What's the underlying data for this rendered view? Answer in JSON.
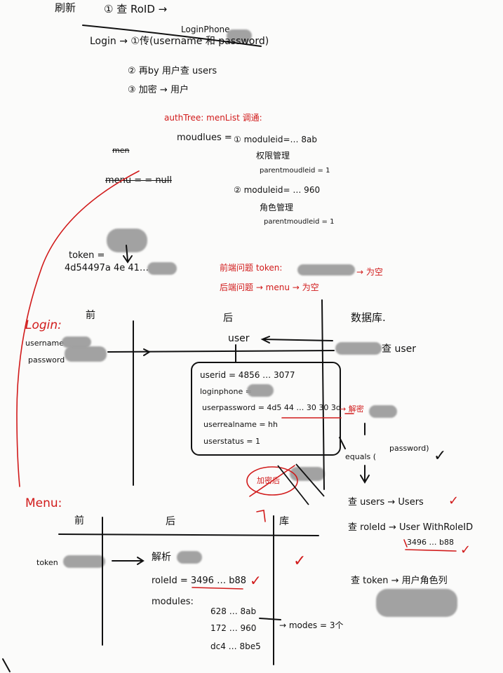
{
  "top": {
    "title_prefix": "刷新",
    "step1": "① 查 RoID →",
    "step1_target": "LoginPhone",
    "login_line": "Login → ①传(username 和 password)",
    "login_step2": "② 再by 用户查 users",
    "login_step3": "③ 加密 → 用户"
  },
  "modules": {
    "header_red": "authTree: menList 调通:",
    "label": "moudlues =",
    "item1_id": "① moduleid=… 8ab",
    "item1_name": "权限管理",
    "item1_parent": "parentmoudleid = 1",
    "item2_id": "② moduleid= … 960",
    "item2_name": "角色管理",
    "item2_parent": "parentmoudleid = 1",
    "strike1": "men",
    "strike2": "menu = = null"
  },
  "token": {
    "label": "token =",
    "value": "4d54497a 4e 41…"
  },
  "issues": {
    "front_issue": "前端问题 token:",
    "front_result": "→ 为空",
    "back_issue": "后端问题 → menu → 为空"
  },
  "login_section": {
    "label": "Login:",
    "col_front": "前",
    "col_back": "后",
    "col_db": "数据库.",
    "username": "username",
    "password": "password",
    "user": "user",
    "query_user": "查 user",
    "record": {
      "userid": "userid = 4856 … 3077",
      "loginphone": "loginphone =",
      "userpassword": "userpassword = 4d5 44 … 30 30 3d",
      "decrypt": "→ 解密",
      "userrealname": "userrealname = hh",
      "userstatus": "userstatus = 1"
    },
    "equals": "equals (",
    "equals_arg": "password)",
    "encrypt_note": "加密后"
  },
  "menu_section": {
    "label": "Menu:",
    "col_front": "前",
    "col_back": "后",
    "col_db": "库",
    "token_label": "token",
    "decode": "解析",
    "roleid": "roleId = 3496 … b88",
    "modules_label": "modules:",
    "m1": "628 … 8ab",
    "m2": "172 … 960",
    "m3": "dc4 … 8be5",
    "modes": "→ modes = 3个"
  },
  "queries": {
    "q1": "查  users → Users",
    "q2_a": "查  roleId → User WithRoleID",
    "q2_b": "3496 … b88",
    "q3": "查  token → 用户角色列",
    "check": "✓"
  }
}
